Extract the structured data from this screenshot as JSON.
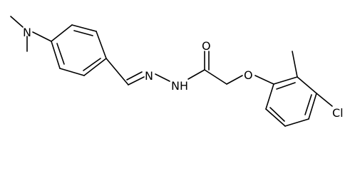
{
  "structure": {
    "atoms": {
      "n_amine": "N",
      "n_imine": "N",
      "n_amide": "N",
      "h_amide": "H",
      "o_carbonyl": "O",
      "o_ether": "O",
      "cl": "Cl"
    }
  }
}
